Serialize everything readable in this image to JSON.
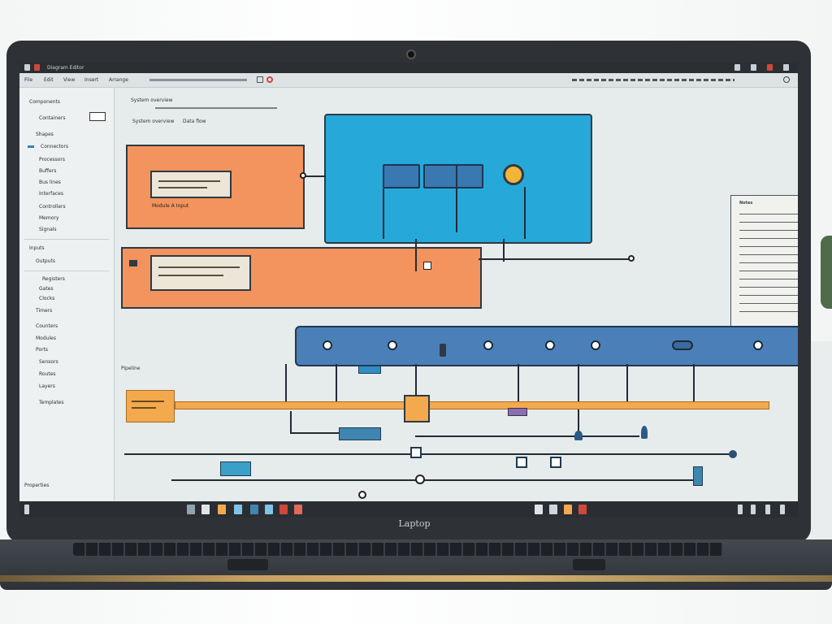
{
  "titlebar": {
    "title": "Diagram Editor"
  },
  "menubar": {
    "items": [
      "File",
      "Edit",
      "View",
      "Insert",
      "Arrange"
    ]
  },
  "sidebar": {
    "items": [
      "Components",
      "Containers",
      "Shapes",
      "Connectors",
      "Processors",
      "Buffers",
      "Bus lines",
      "Interfaces",
      "Controllers",
      "Memory",
      "Signals",
      "Inputs",
      "Outputs",
      "Registers",
      "Gates",
      "Clocks",
      "Timers",
      "Counters",
      "Modules",
      "Ports",
      "Sensors",
      "Routes",
      "Layers",
      "Templates"
    ],
    "footer": "Properties"
  },
  "canvas": {
    "header_label": "System overview",
    "header_sub": "Data flow",
    "box_a_caption": "Module A  Input",
    "lane_label": "Pipeline",
    "side_panel_title": "Notes"
  },
  "brand": "Laptop",
  "colors": {
    "orange": "#f3935d",
    "teal": "#26a9d9",
    "bus_blue": "#4b7fb8",
    "amber": "#f3a94d"
  }
}
